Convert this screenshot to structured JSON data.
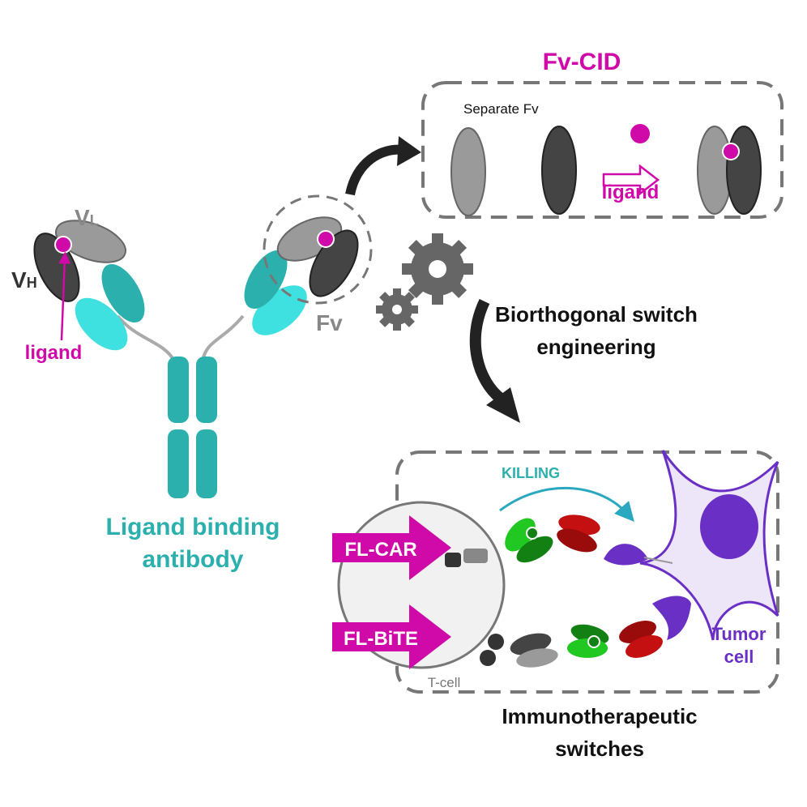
{
  "fvcid": {
    "title": "Fv-CID",
    "separate_label": "Separate Fv",
    "ligand_label": "ligand"
  },
  "antibody": {
    "vl_label": "V",
    "vl_sub": "L",
    "vh_label": "V",
    "vh_sub": "H",
    "ligand_label": "ligand",
    "fv_label": "Fv",
    "title_line1": "Ligand binding",
    "title_line2": "antibody"
  },
  "engineering": {
    "line1": "Biorthogonal switch",
    "line2": "engineering"
  },
  "switches": {
    "killing": "KILLING",
    "car": "FL-CAR",
    "bite": "FL-BiTE",
    "tcell": "T-cell",
    "tumor_line1": "Tumor",
    "tumor_line2": "cell",
    "title_line1": "Immunotherapeutic",
    "title_line2": "switches"
  },
  "colors": {
    "magenta": "#d00aa8",
    "teal": "#2bb0ad",
    "cyan": "#3fe0e0",
    "purple": "#6a2fc4",
    "green": "#1fc21f",
    "red": "#c41010",
    "gray": "#999999",
    "dark": "#333333"
  }
}
